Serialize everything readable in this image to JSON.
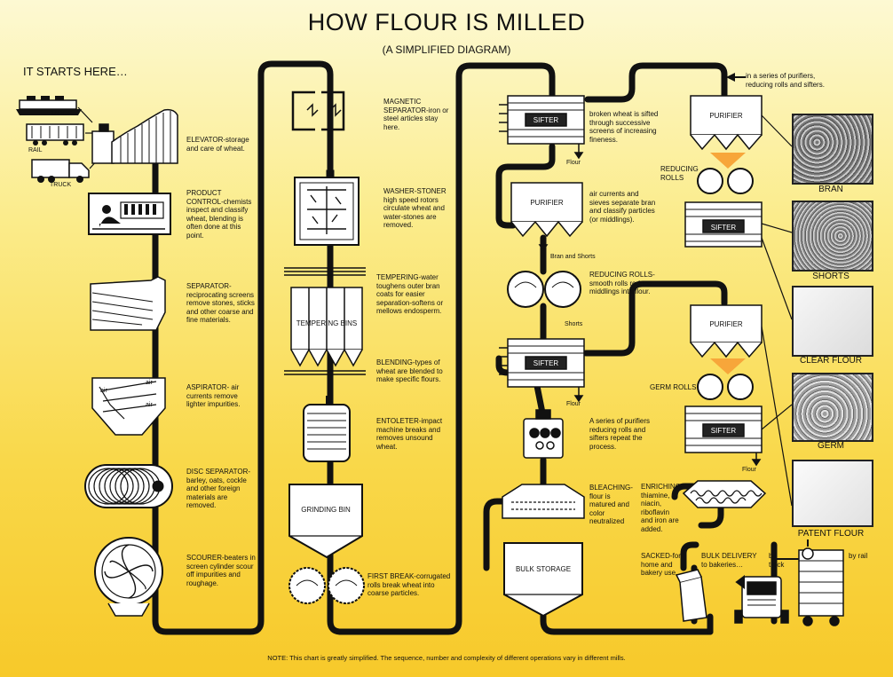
{
  "header": {
    "title": "HOW FLOUR IS MILLED",
    "subtitle": "(A SIMPLIFIED DIAGRAM)",
    "start_label": "IT STARTS HERE…"
  },
  "transport": {
    "barge": "BARGE",
    "rail": "RAIL",
    "truck": "TRUCK"
  },
  "steps": {
    "elevator": "ELEVATOR-storage and care of wheat.",
    "product_control": "PRODUCT CONTROL-chemists inspect and classify wheat, blending is often done at this point.",
    "separator": "SEPARATOR-reciprocating screens remove stones, sticks and other coarse and fine materials.",
    "aspirator": "ASPIRATOR- air currents remove lighter impurities.",
    "disc_separator": "DISC SEPARATOR-barley, oats, cockle and other foreign materials are removed.",
    "scourer": "SCOURER-beaters in screen cylinder scour off impurities and roughage.",
    "magnetic": "MAGNETIC SEPARATOR-iron or steel articles stay here.",
    "washer": "WASHER-STONER high speed rotors circulate wheat and water-stones are removed.",
    "tempering": "TEMPERING-water toughens outer bran coats for easier separation-softens or mellows endosperm.",
    "blending": "BLENDING-types of wheat are blended to make specific flours.",
    "entoleter": "ENTOLETER-impact machine breaks and removes unsound wheat.",
    "first_break": "FIRST BREAK-corrugated rolls break wheat into coarse particles.",
    "sifter1": "broken wheat is sifted through successive screens of increasing fineness.",
    "purifier1": "air currents and sieves separate bran and classify particles (or middlings).",
    "reducing1": "REDUCING ROLLS-smooth rolls reduce middlings into flour.",
    "repeat": "A series of purifiers reducing rolls and sifters repeat the process.",
    "bleaching": "BLEACHING-flour is matured and color neutralized",
    "enriching": "ENRICHING-thiamine, niacin, riboflavin and iron are added.",
    "sacked": "SACKED-for home and bakery use.",
    "bulk_delivery": "BULK DELIVERY to bakeries…",
    "series_top": "in a series of purifiers, reducing rolls and sifters."
  },
  "box_labels": {
    "tempering_bins": "TEMPERING BINS",
    "grinding_bin": "GRINDING BIN",
    "sifter": "SIFTER",
    "purifier": "PURIFIER",
    "bulk_storage": "BULK STORAGE"
  },
  "flow_labels": {
    "flour": "Flour",
    "bran_and_shorts": "Bran and Shorts",
    "shorts": "Shorts",
    "reducing_rolls": "REDUCING ROLLS",
    "germ_rolls": "GERM ROLLS",
    "by_truck": "by truck",
    "by_rail": "by rail",
    "air": "air"
  },
  "products": {
    "bran": "BRAN",
    "shorts": "SHORTS",
    "clear_flour": "CLEAR FLOUR",
    "germ": "GERM",
    "patent_flour": "PATENT FLOUR"
  },
  "note": "NOTE: This chart is greatly simplified. The sequence, number and complexity of different operations vary in different mills.",
  "colors": {
    "pipe": "#111111",
    "background_top": "#fdf9d3",
    "background_bottom": "#f7c92a"
  }
}
